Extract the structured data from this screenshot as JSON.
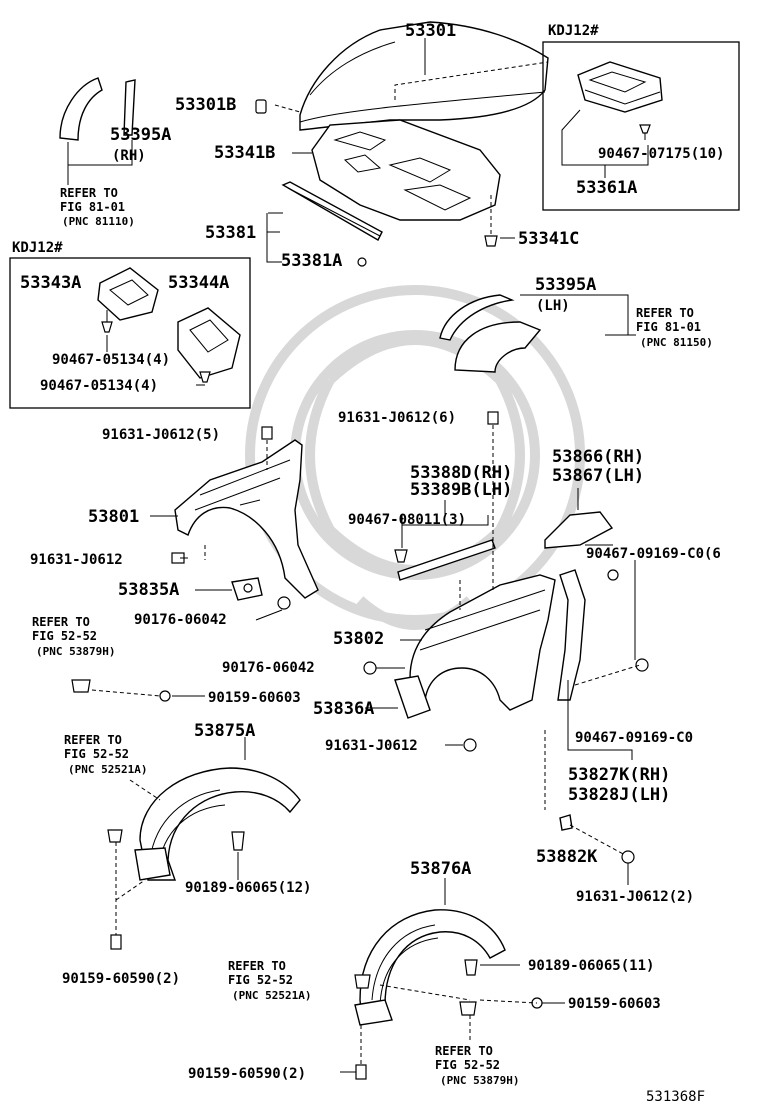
{
  "figure_id": "531368F",
  "boxes": {
    "top_right": {
      "tag": "KDJ12#"
    },
    "left": {
      "tag": "KDJ12#"
    }
  },
  "labels": {
    "p53301": "53301",
    "p53301B": "53301B",
    "p53395A_rh": "53395A",
    "rh": "(RH)",
    "ref_81_01_a": "REFER TO",
    "fig_81_01_a": "FIG 81-01",
    "pnc_81110": "(PNC 81110)",
    "p53341B": "53341B",
    "p90467_07175": "90467-07175(10)",
    "p53361A": "53361A",
    "p53381": "53381",
    "p53381A": "53381A",
    "p53341C": "53341C",
    "p53343A": "53343A",
    "p53344A": "53344A",
    "p90467_05134_a": "90467-05134(4)",
    "p90467_05134_b": "90467-05134(4)",
    "p53395A_lh": "53395A",
    "lh": "(LH)",
    "ref_81_01_b": "REFER TO",
    "fig_81_01_b": "FIG 81-01",
    "pnc_81150": "(PNC 81150)",
    "p91631_j0612_6": "91631-J0612(6)",
    "p91631_j0612_5": "91631-J0612(5)",
    "p53388D": "53388D(RH)",
    "p53389B": "53389B(LH)",
    "p53866": "53866(RH)",
    "p53867": "53867(LH)",
    "p53801": "53801",
    "p90467_08011": "90467-08011(3)",
    "p91631_j0612_a": "91631-J0612",
    "p90467_09169_6": "90467-09169-C0(6",
    "p53835A": "53835A",
    "p90176_06042_a": "90176-06042",
    "ref_52_52_a": "REFER TO",
    "fig_52_52_a": "FIG 52-52",
    "pnc_53879H_a": "(PNC 53879H)",
    "p53802": "53802",
    "p90176_06042_b": "90176-06042",
    "p90159_60603_a": "90159-60603",
    "p53836A": "53836A",
    "p53875A": "53875A",
    "ref_52_52_b": "REFER TO",
    "fig_52_52_b": "FIG 52-52",
    "pnc_52521A_a": "(PNC 52521A)",
    "p91631_j0612_b": "91631-J0612",
    "p90467_09169": "90467-09169-C0",
    "p53827K": "53827K(RH)",
    "p53828J": "53828J(LH)",
    "p53882K": "53882K",
    "p90189_06065_12": "90189-06065(12)",
    "p91631_j0612_2": "91631-J0612(2)",
    "p53876A": "53876A",
    "p90159_60590_a": "90159-60590(2)",
    "p90189_06065_11": "90189-06065(11)",
    "ref_52_52_c": "REFER TO",
    "fig_52_52_c": "FIG 52-52",
    "pnc_52521A_b": "(PNC 52521A)",
    "p90159_60603_b": "90159-60603",
    "p90159_60590_b": "90159-60590(2)",
    "ref_52_52_d": "REFER TO",
    "fig_52_52_d": "FIG 52-52",
    "pnc_53879H_b": "(PNC 53879H)"
  }
}
